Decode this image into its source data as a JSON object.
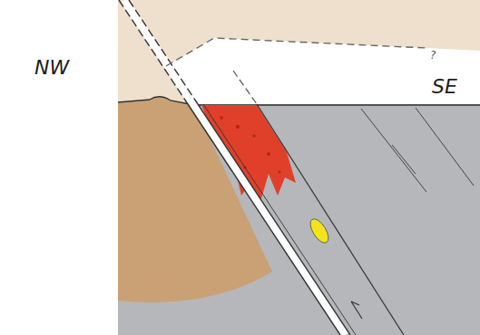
{
  "diagram": {
    "labels": [
      "NW",
      "SE",
      "?"
    ]
  }
}
